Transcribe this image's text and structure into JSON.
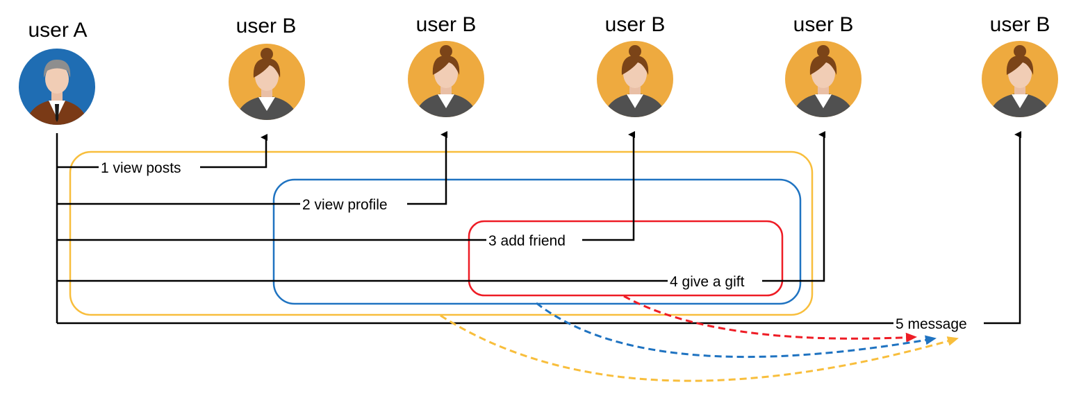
{
  "users": [
    {
      "id": "a",
      "label": "user A",
      "avatar": "male-avatar-icon",
      "bg": "#1f6db3"
    },
    {
      "id": "b1",
      "label": "user B",
      "avatar": "female-avatar-icon",
      "bg": "#eeaa3f"
    },
    {
      "id": "b2",
      "label": "user B",
      "avatar": "female-avatar-icon",
      "bg": "#eeaa3f"
    },
    {
      "id": "b3",
      "label": "user B",
      "avatar": "female-avatar-icon",
      "bg": "#eeaa3f"
    },
    {
      "id": "b4",
      "label": "user B",
      "avatar": "female-avatar-icon",
      "bg": "#eeaa3f"
    },
    {
      "id": "b5",
      "label": "user B",
      "avatar": "female-avatar-icon",
      "bg": "#eeaa3f"
    }
  ],
  "actions": [
    {
      "label": "1 view posts",
      "target": "b1"
    },
    {
      "label": "2 view profile",
      "target": "b2"
    },
    {
      "label": "3 add friend",
      "target": "b3"
    },
    {
      "label": "4 give a gift",
      "target": "b4"
    },
    {
      "label": "5 message",
      "target": "b5"
    }
  ],
  "groups": [
    {
      "name": "yellow-group",
      "color": "#f8be3c",
      "contains": [
        "1",
        "2",
        "3",
        "4"
      ]
    },
    {
      "name": "blue-group",
      "color": "#1f73c1",
      "contains": [
        "2",
        "3",
        "4"
      ]
    },
    {
      "name": "red-group",
      "color": "#ee1c25",
      "contains": [
        "3",
        "4"
      ]
    }
  ],
  "colors": {
    "line": "#000000",
    "male_suit": "#7a3a16",
    "female_suit": "#505050",
    "skin": "#f1cdb5",
    "hair_male": "#8e8e8e",
    "hair_female": "#7b4418"
  }
}
